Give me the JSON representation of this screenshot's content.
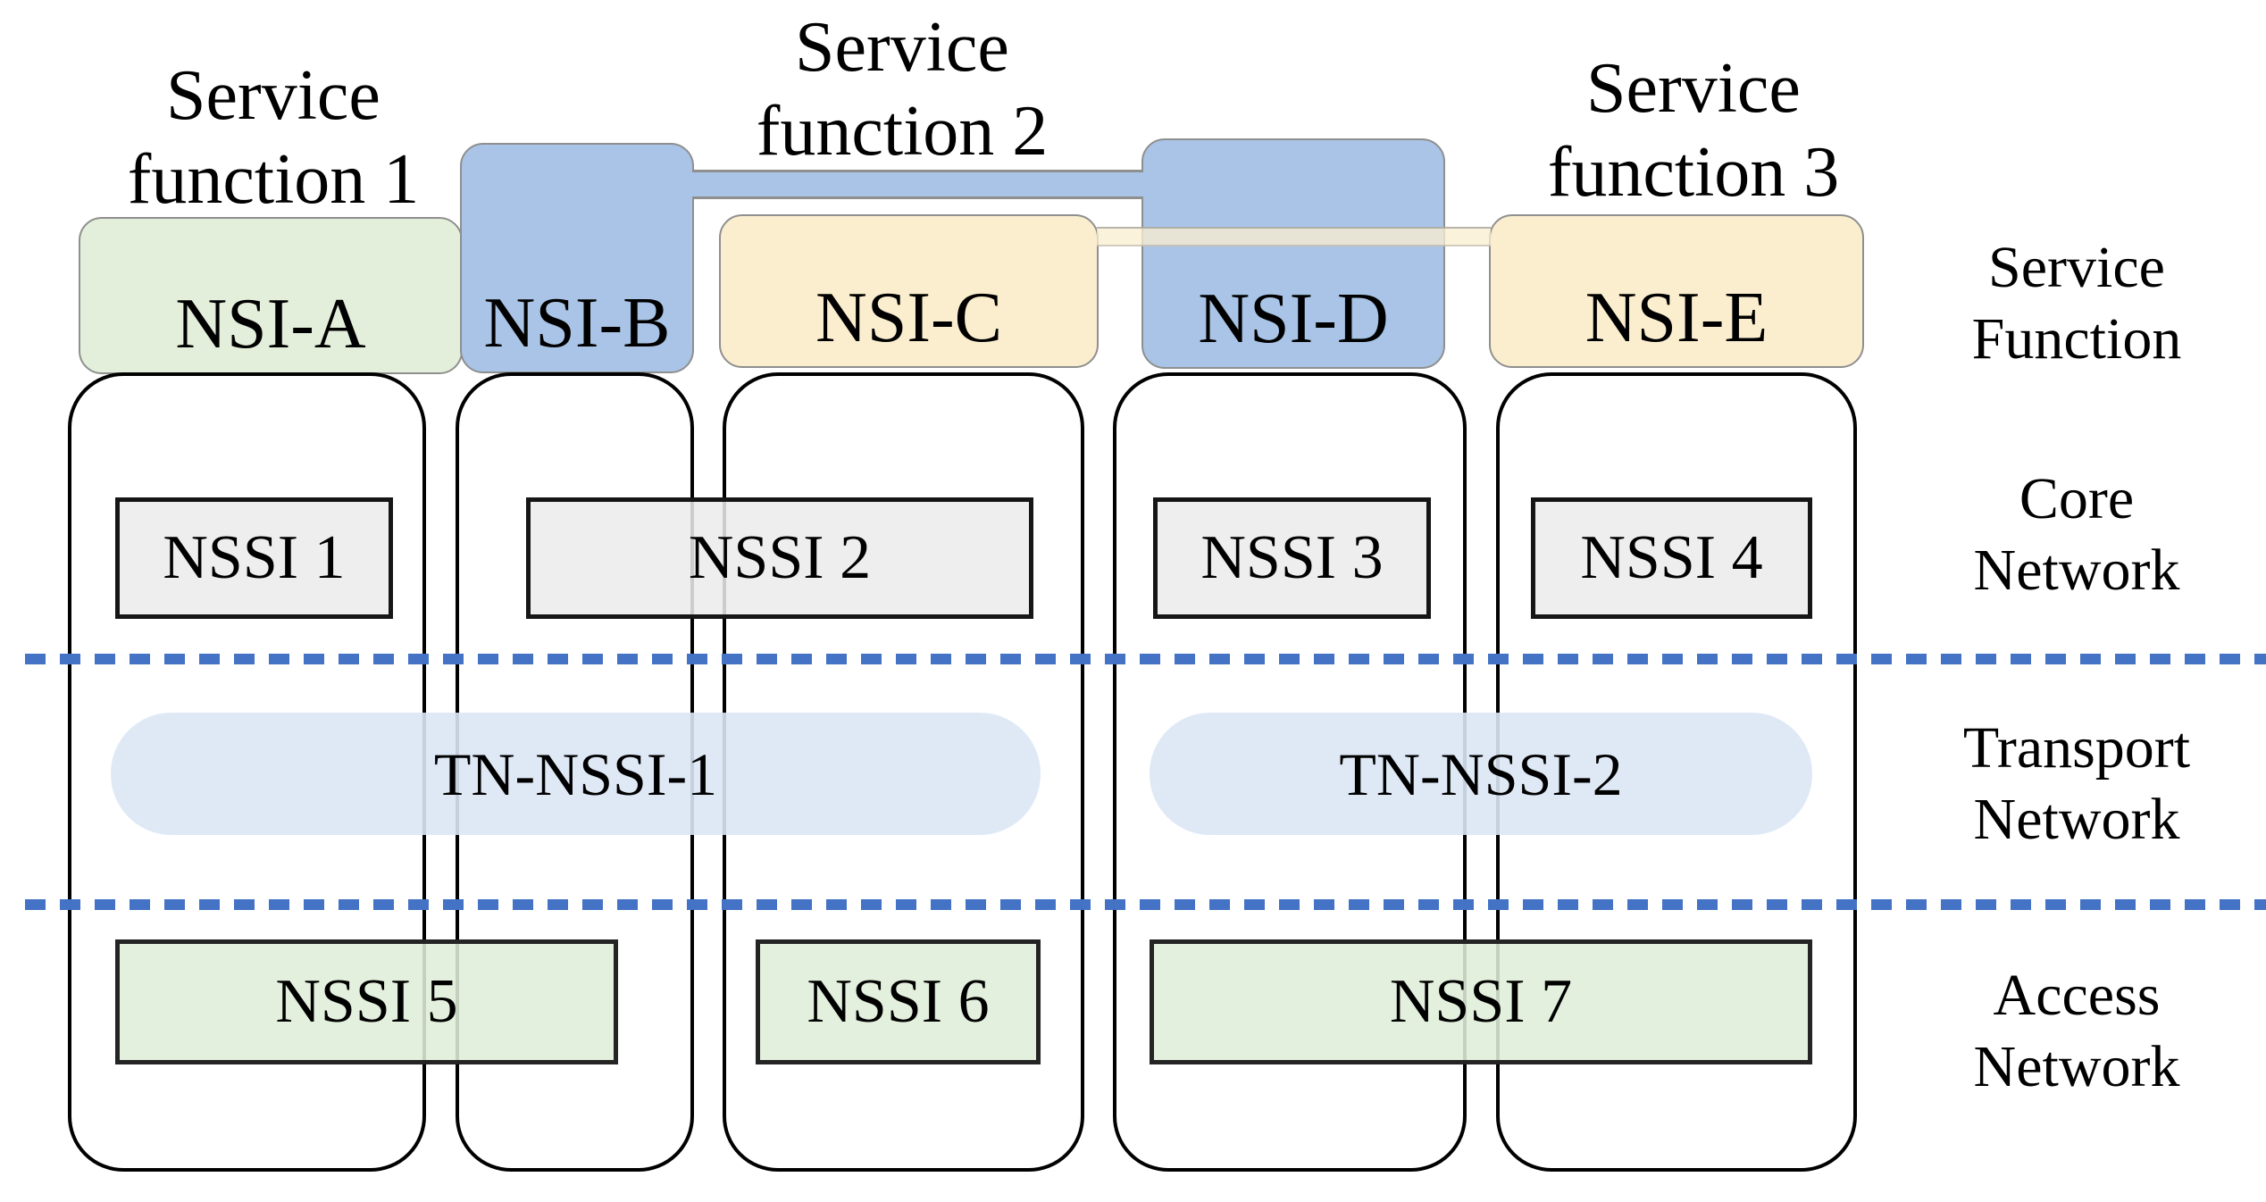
{
  "diagram": {
    "service_function_labels": [
      {
        "line1": "Service",
        "line2": "function 1"
      },
      {
        "line1": "Service",
        "line2": "function 2"
      },
      {
        "line1": "Service",
        "line2": "function 3"
      }
    ],
    "nsi": [
      {
        "label": "NSI-A"
      },
      {
        "label": "NSI-B"
      },
      {
        "label": "NSI-C"
      },
      {
        "label": "NSI-D"
      },
      {
        "label": "NSI-E"
      }
    ],
    "layer_labels": [
      {
        "line1": "Service",
        "line2": "Function"
      },
      {
        "line1": "Core",
        "line2": "Network"
      },
      {
        "line1": "Transport",
        "line2": "Network"
      },
      {
        "line1": "Access",
        "line2": "Network"
      }
    ],
    "core_nssi": [
      {
        "label": "NSSI 1"
      },
      {
        "label": "NSSI 2"
      },
      {
        "label": "NSSI 3"
      },
      {
        "label": "NSSI 4"
      }
    ],
    "transport_nssi": [
      {
        "label": "TN-NSSI-1"
      },
      {
        "label": "TN-NSSI-2"
      }
    ],
    "access_nssi": [
      {
        "label": "NSSI 5"
      },
      {
        "label": "NSSI 6"
      },
      {
        "label": "NSSI 7"
      }
    ],
    "colors": {
      "nsi_green": "#e4efdb",
      "nsi_blue": "#a9c4e6",
      "nsi_cream": "#fbeecf",
      "cream_translucent": "#faeed0c4",
      "core_fill": "#ebebebdd",
      "tn_fill": "#dbe7f5e6",
      "access_fill": "#dfeed8e0",
      "dash_blue": "#4472c4",
      "column_border": "#000000",
      "nsi_border": "#8f8f8f"
    }
  }
}
